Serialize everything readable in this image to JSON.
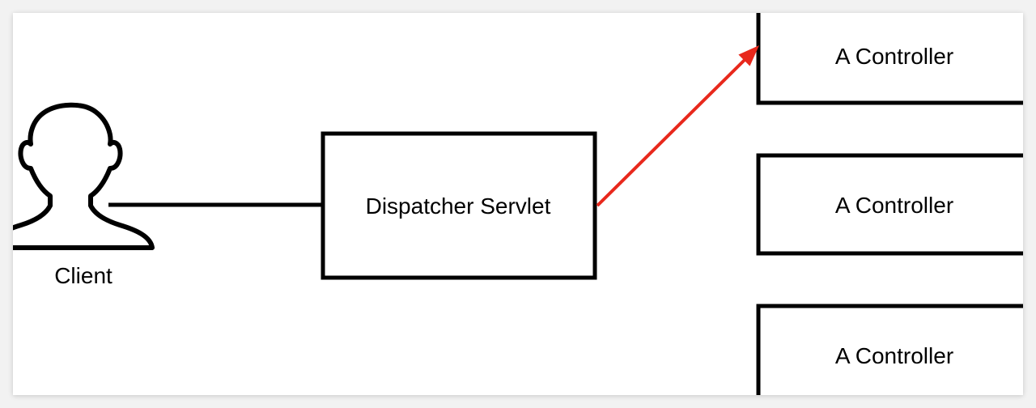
{
  "diagram": {
    "client": {
      "label": "Client"
    },
    "dispatcher": {
      "label": "Dispatcher Servlet"
    },
    "controllers": [
      {
        "label": "A Controller"
      },
      {
        "label": "A Controller"
      },
      {
        "label": "A Controller"
      }
    ],
    "arrow_color": "#e8281c",
    "line_color": "#000000"
  }
}
